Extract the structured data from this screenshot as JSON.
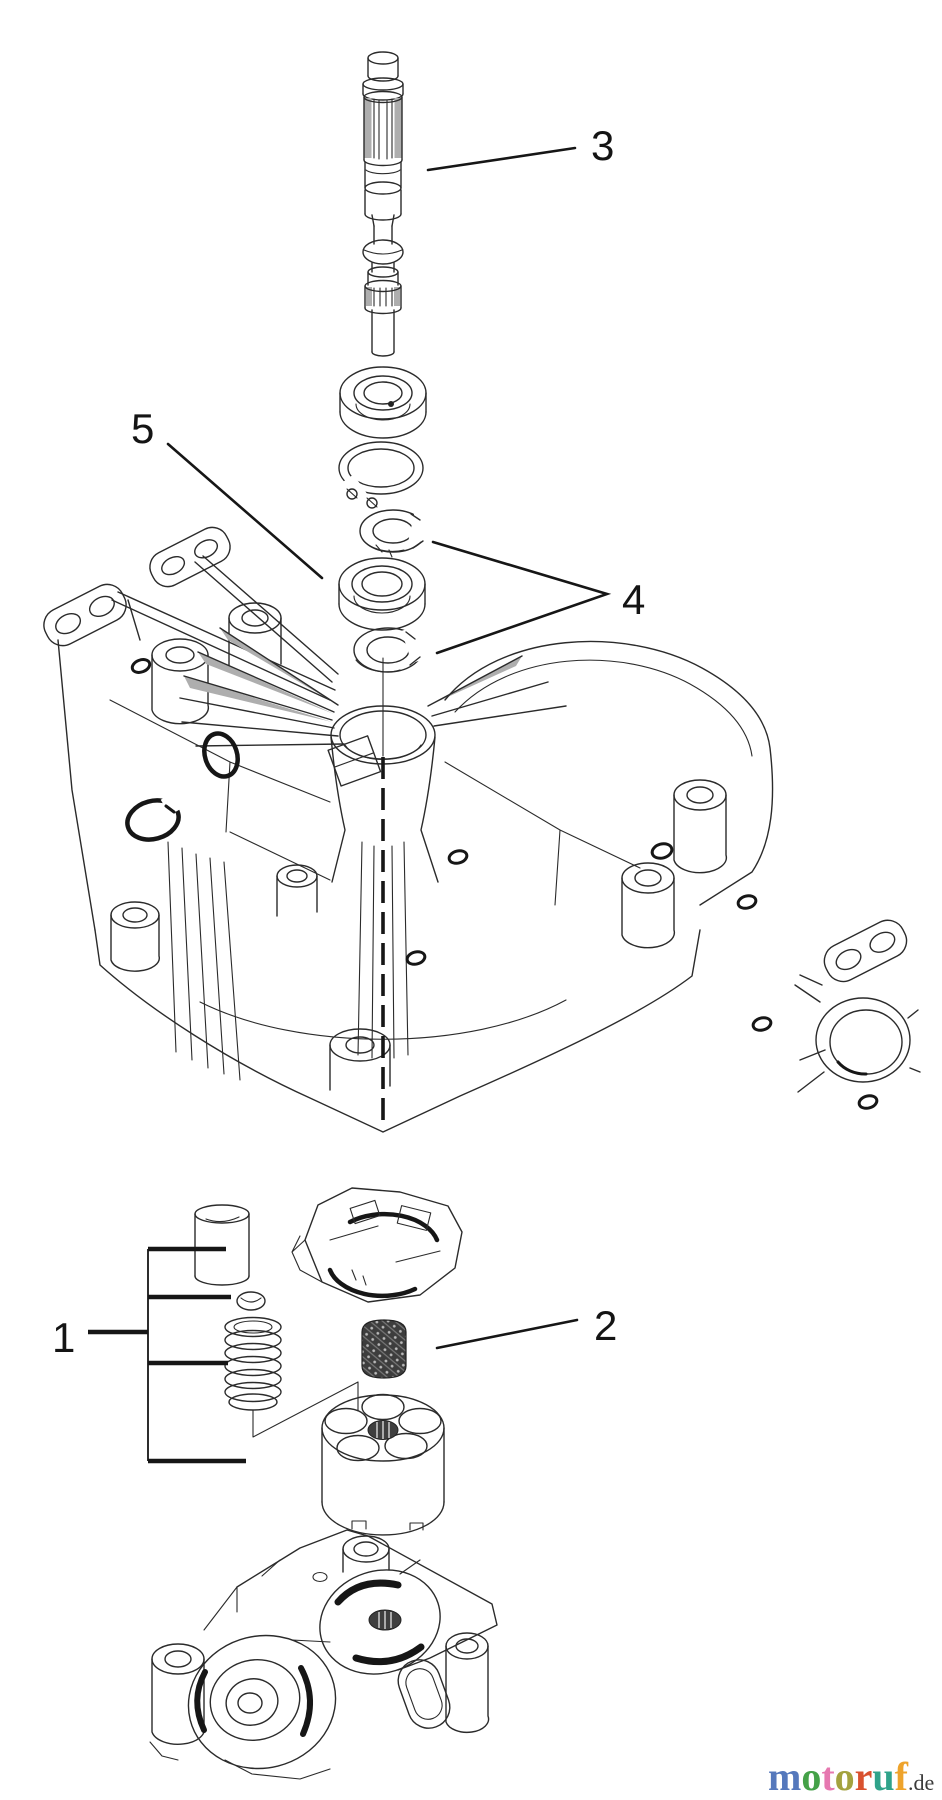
{
  "page": {
    "background": "#ffffff",
    "line_color": "#2b2b2b",
    "accent_black": "#161616"
  },
  "callouts": [
    {
      "text": "1"
    },
    {
      "text": "2"
    },
    {
      "text": "3"
    },
    {
      "text": "4"
    },
    {
      "text": "5"
    }
  ],
  "watermark": {
    "letters": [
      {
        "char": "m",
        "color": "#5578bc"
      },
      {
        "char": "o",
        "color": "#44a148"
      },
      {
        "char": "t",
        "color": "#e678b0"
      },
      {
        "char": "o",
        "color": "#a3a23f"
      },
      {
        "char": "r",
        "color": "#d9512e"
      },
      {
        "char": "u",
        "color": "#2fa38a"
      },
      {
        "char": "f",
        "color": "#eea32b"
      }
    ],
    "suffix": ".de",
    "suffix_color": "#3a3a3a"
  }
}
